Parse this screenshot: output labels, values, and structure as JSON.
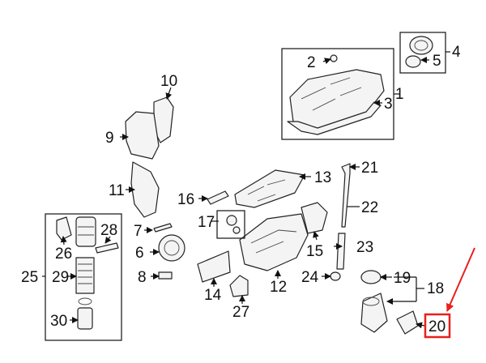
{
  "callouts": {
    "n1": "1",
    "n2": "2",
    "n3": "3",
    "n4": "4",
    "n5": "5",
    "n6": "6",
    "n7": "7",
    "n8": "8",
    "n9": "9",
    "n10": "10",
    "n11": "11",
    "n12": "12",
    "n13": "13",
    "n14": "14",
    "n15": "15",
    "n16": "16",
    "n17": "17",
    "n18": "18",
    "n19": "19",
    "n20": "20",
    "n21": "21",
    "n22": "22",
    "n23": "23",
    "n24": "24",
    "n25": "25",
    "n26": "26",
    "n27": "27",
    "n28": "28",
    "n29": "29",
    "n30": "30"
  },
  "highlight": {
    "part": "20",
    "color": "#e8201c"
  },
  "colors": {
    "ink": "#111111",
    "part_fill": "#f4f4f4",
    "background": "#ffffff"
  }
}
